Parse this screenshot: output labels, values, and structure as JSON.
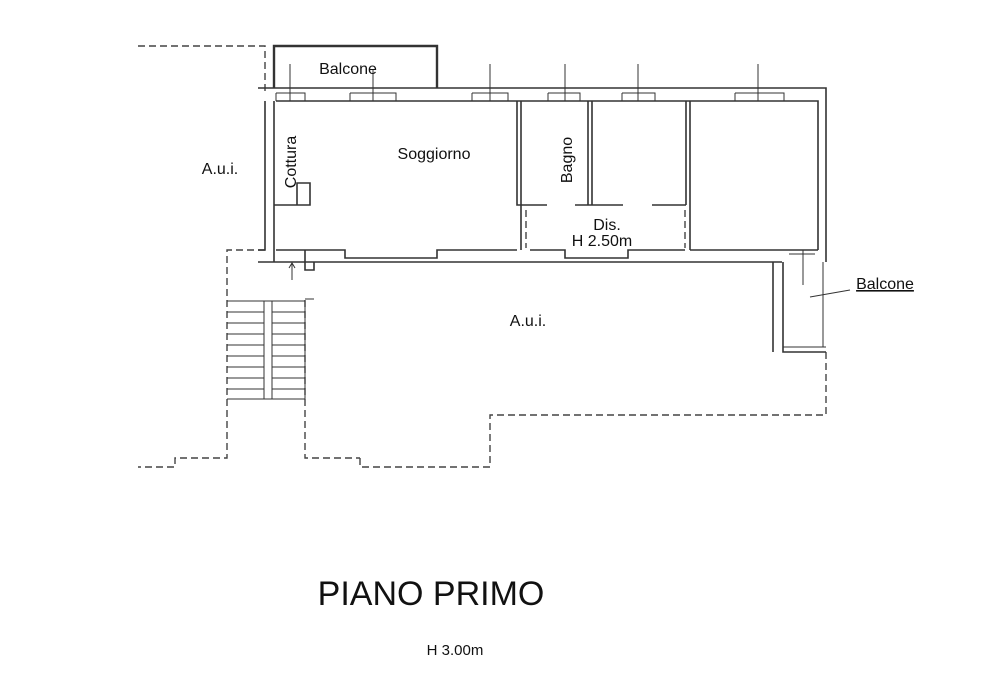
{
  "plan": {
    "title": "PIANO PRIMO",
    "floor_height": "H 3.00m",
    "rooms": {
      "balcone_top": "Balcone",
      "aui_left": "A.u.i.",
      "cottura": "Cottura",
      "soggiorno": "Soggiorno",
      "bagno": "Bagno",
      "dis": "Dis.",
      "dis_height": "H 2.50m",
      "balcone_right": "Balcone",
      "aui_bottom": "A.u.i."
    }
  }
}
